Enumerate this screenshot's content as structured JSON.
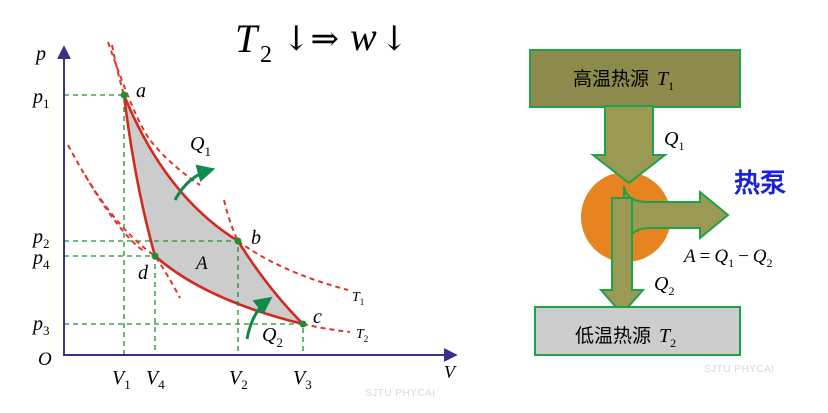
{
  "formula": {
    "t_base": "T",
    "t_sub": "2",
    "mid": "↓⇒",
    "w": "w",
    "end": "↓"
  },
  "pv_diagram": {
    "axis_p": "p",
    "axis_v": "V",
    "origin": "O",
    "p_labels": [
      {
        "base": "p",
        "sub": "1"
      },
      {
        "base": "p",
        "sub": "2"
      },
      {
        "base": "p",
        "sub": "4"
      },
      {
        "base": "p",
        "sub": "3"
      }
    ],
    "v_labels": [
      {
        "base": "V",
        "sub": "1"
      },
      {
        "base": "V",
        "sub": "4"
      },
      {
        "base": "V",
        "sub": "2"
      },
      {
        "base": "V",
        "sub": "3"
      }
    ],
    "points": [
      "a",
      "b",
      "c",
      "d"
    ],
    "q1": {
      "base": "Q",
      "sub": "1"
    },
    "q2": {
      "base": "Q",
      "sub": "2"
    },
    "area": "A",
    "isotherm_t1": {
      "base": "T",
      "sub": "1"
    },
    "isotherm_t2": {
      "base": "T",
      "sub": "2"
    },
    "watermark": "SJTU PHYCAI",
    "colors": {
      "cycle": "#d12a1f",
      "isotherm": "#e0342a",
      "fill": "#cccccc",
      "axis": "#3b2f8c",
      "guide": "#1f8f2f",
      "arrow": "#0f8a4a"
    }
  },
  "heat_pump": {
    "hot_label": "高温热源",
    "hot_t": {
      "base": "T",
      "sub": "1"
    },
    "cold_label": "低温热源",
    "cold_t": {
      "base": "T",
      "sub": "2"
    },
    "title": "热泵",
    "q1": {
      "base": "Q",
      "sub": "1"
    },
    "q2": {
      "base": "Q",
      "sub": "2"
    },
    "eq_a": "A",
    "eq_mid": "=",
    "eq_q1": {
      "base": "Q",
      "sub": "1"
    },
    "eq_minus": "−",
    "eq_q2": {
      "base": "Q",
      "sub": "2"
    },
    "watermark": "SJTU PHYCAI",
    "colors": {
      "hot_box": "#8c8b4c",
      "flow": "#9a9a55",
      "cold_box": "#cdcdcd",
      "border": "#1fa24a",
      "engine": "#e58421",
      "title": "#1a22d6"
    }
  }
}
